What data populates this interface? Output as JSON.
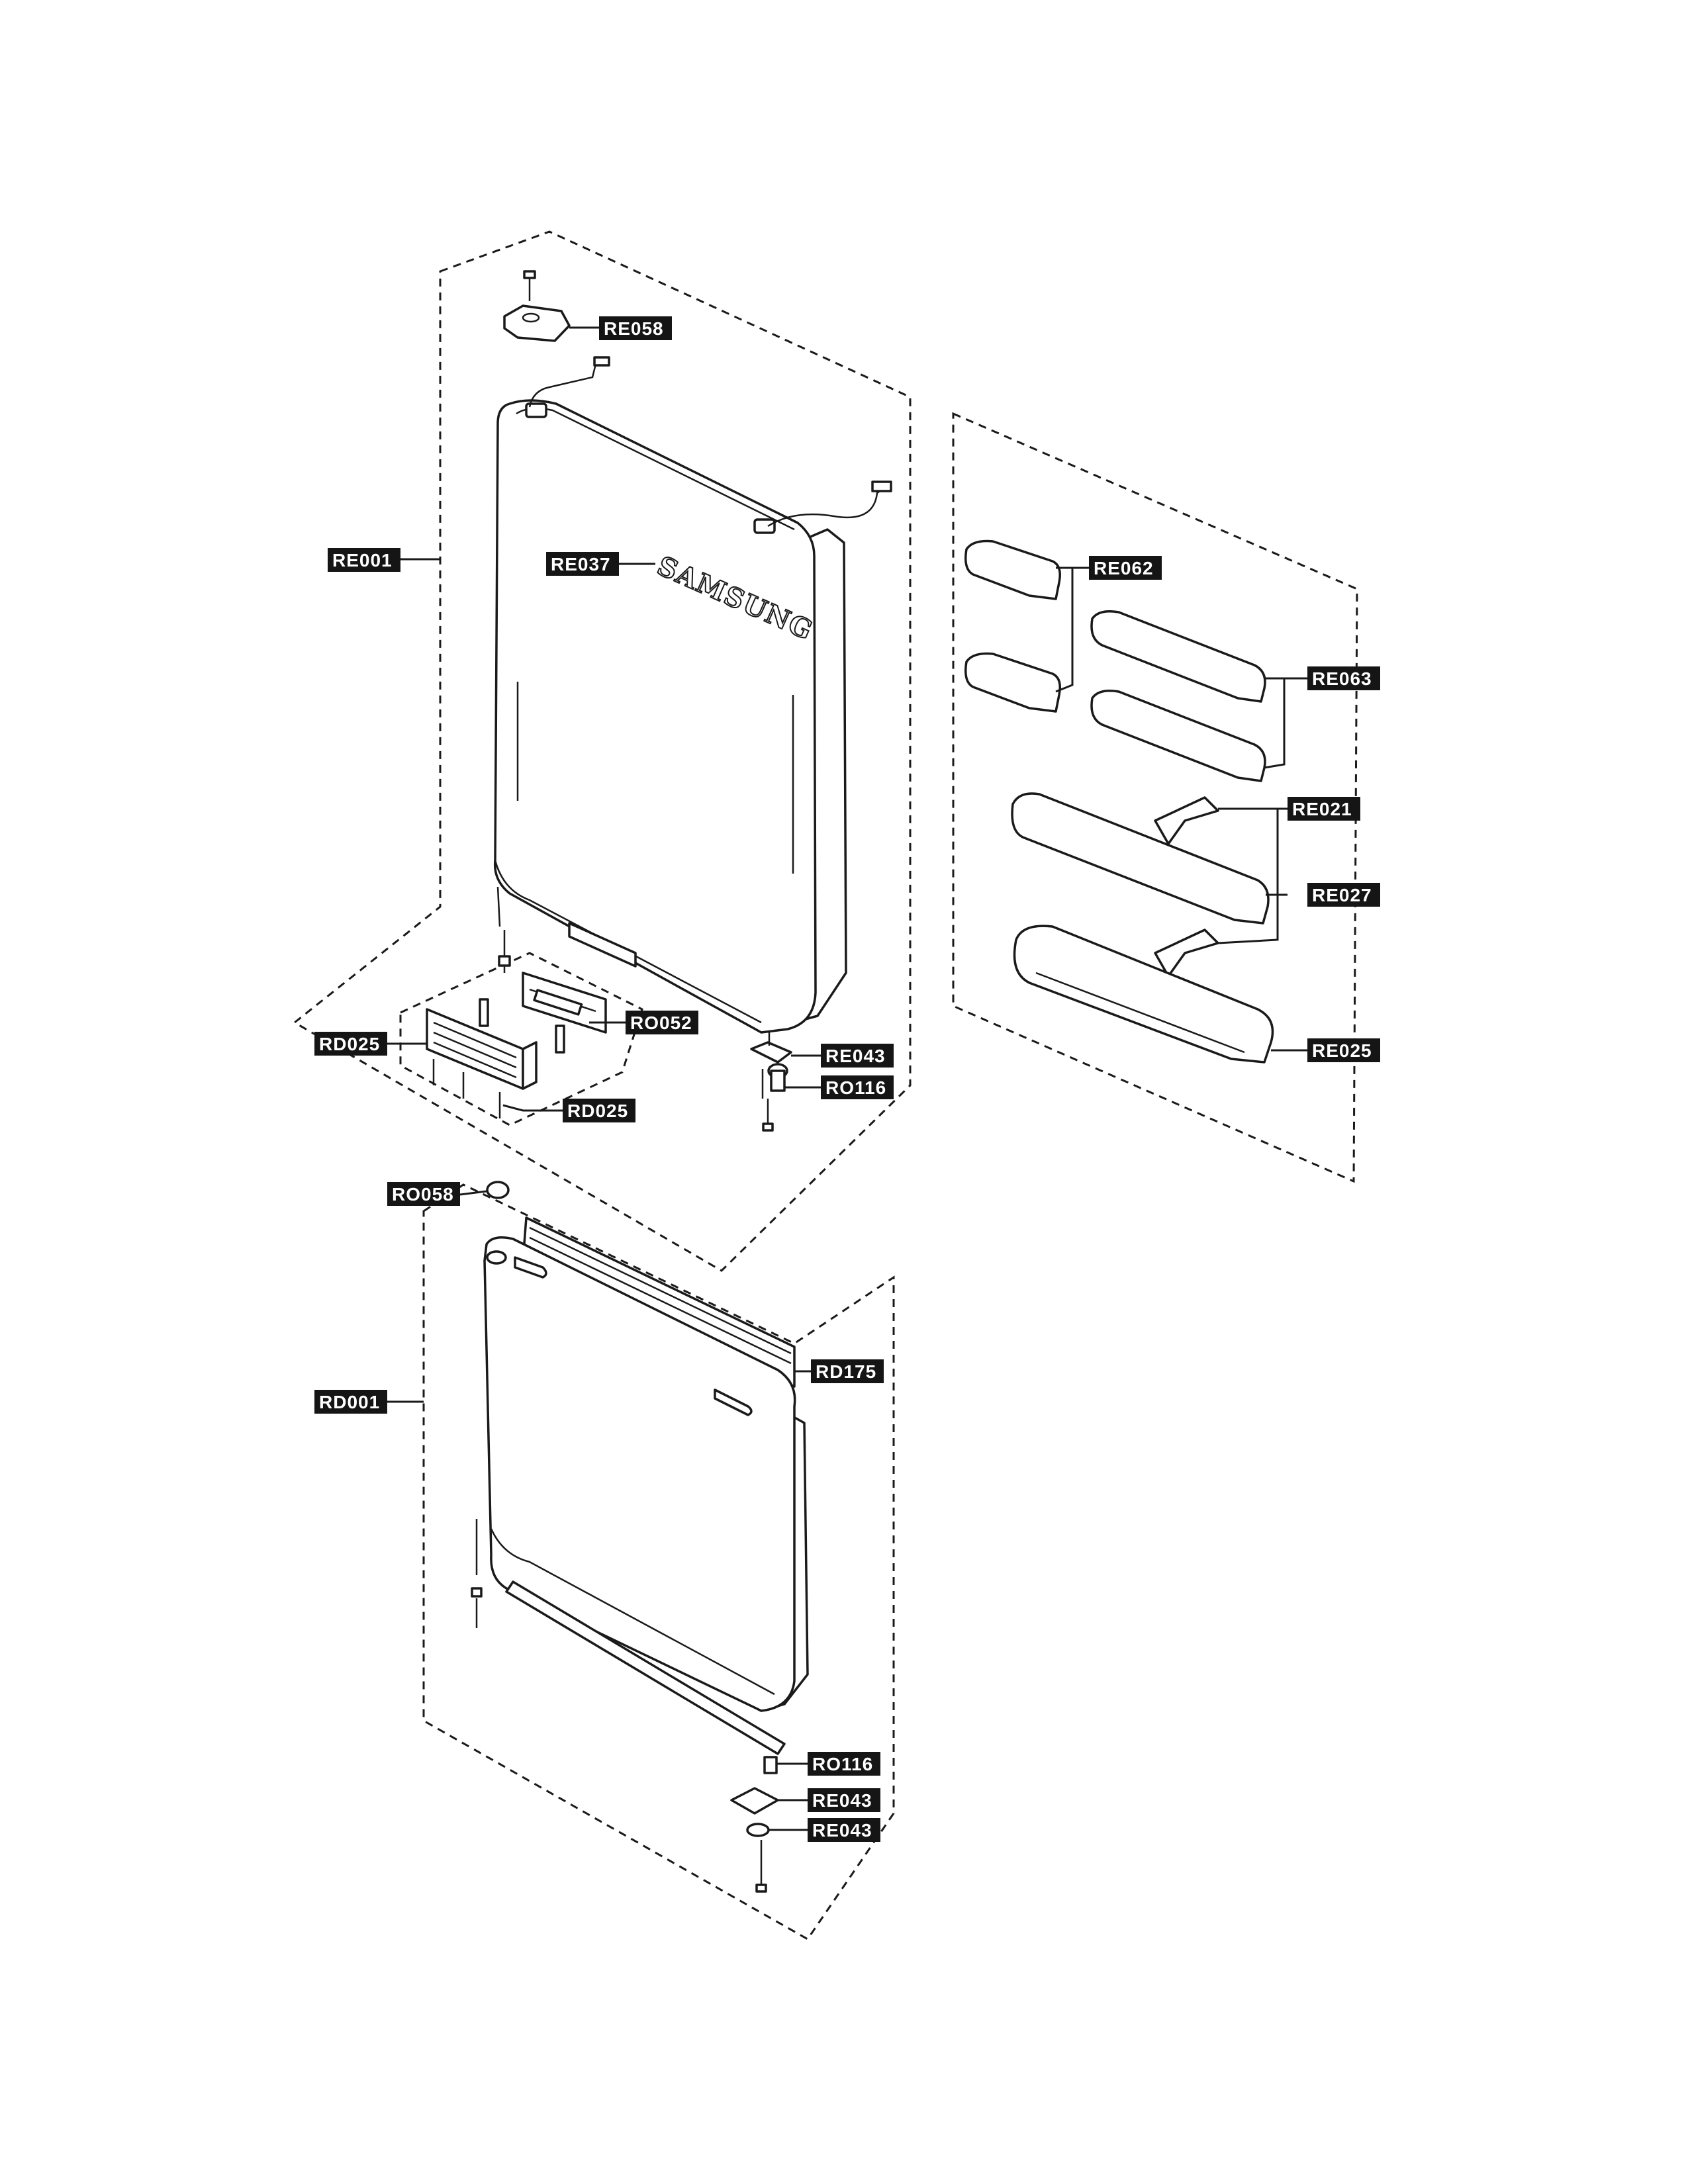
{
  "callouts": {
    "re058": "RE058",
    "re001": "RE001",
    "re037": "RE037",
    "re062": "RE062",
    "re063": "RE063",
    "re021": "RE021",
    "re027": "RE027",
    "re025": "RE025",
    "ro052": "RO052",
    "rd025_left": "RD025",
    "rd025_bottom": "RD025",
    "re043_upper": "RE043",
    "ro116_upper": "RO116",
    "ro058": "RO058",
    "rd175": "RD175",
    "rd001": "RD001",
    "ro116_lower": "RO116",
    "re043_lower_a": "RE043",
    "re043_lower_b": "RE043"
  },
  "brand_logo": "SAMSUNG"
}
